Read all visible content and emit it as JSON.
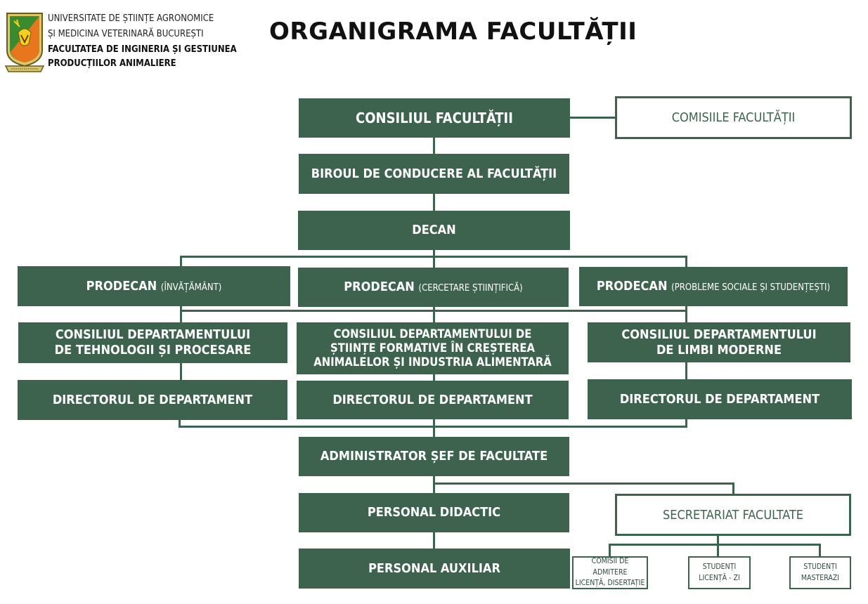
{
  "header": {
    "line1": "UNIVERSITATE DE ȘTIINȚE AGRONOMICE",
    "line2": "ȘI MEDICINA VETERINARĂ BUCUREȘTI",
    "line3": "FACULTATEA DE INGINERIA ȘI GESTIUNEA",
    "line4": "PRODUCȚIILOR ANIMALIERE"
  },
  "title": "ORGANIGRAMA FACULTĂȚII",
  "nodes": {
    "consiliul": "CONSILIUL FACULTĂȚII",
    "comisiile": "COMISIILE FACULTĂȚII",
    "biroul": "BIROUL DE CONDUCERE AL FACULTĂȚII",
    "decan": "DECAN",
    "prodecan_label": "PRODECAN",
    "prodecan1_sub": "(ÎNVĂȚĂMÂNT)",
    "prodecan2_sub": "(CERCETARE ȘTIINȚIFICĂ)",
    "prodecan3_sub": "(PROBLEME SOCIALE ȘI STUDENȚEȘTI)",
    "dept1_l1": "CONSILIUL DEPARTAMENTULUI",
    "dept1_l2": "DE TEHNOLOGII ȘI PROCESARE",
    "dept2_l1": "CONSILIUL DEPARTAMENTULUI DE",
    "dept2_l2": "ȘTIINȚE FORMATIVE ÎN CREȘTEREA",
    "dept2_l3": "ANIMALELOR ȘI INDUSTRIA ALIMENTARĂ",
    "dept3_l1": "CONSILIUL DEPARTAMENTULUI",
    "dept3_l2": "DE LIMBI MODERNE",
    "director": "DIRECTORUL DE DEPARTAMENT",
    "administrator": "ADMINISTRATOR ȘEF DE FACULTATE",
    "personal_didactic": "PERSONAL DIDACTIC",
    "personal_auxiliar": "PERSONAL AUXILIAR",
    "secretariat": "SECRETARIAT FACULTATE",
    "comisii_admitere_l1": "COMISII DE ADMITERE",
    "comisii_admitere_l2": "LICENȚĂ, DISERTAȚIE",
    "studenti_zi_l1": "STUDENȚI",
    "studenti_zi_l2": "LICENȚĂ - ZI",
    "studenti_master_l1": "STUDENȚI",
    "studenti_master_l2": "MASTERAZI"
  },
  "colors": {
    "box": "#3d634e",
    "box_text": "#ffffff",
    "logo_orange": "#e8761c",
    "logo_green": "#3a8a2f"
  }
}
